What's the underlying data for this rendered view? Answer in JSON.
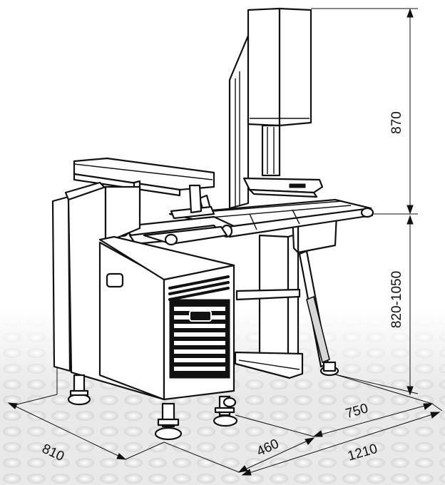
{
  "drawing": {
    "subject": "checkweigher machine line drawing",
    "background_color": "#ffffff",
    "line_color": "#111111"
  },
  "dimensions": {
    "top_height": "870",
    "table_height": "820-1050",
    "depth": "810",
    "width_inner": "460",
    "width_belt": "750",
    "width_total": "1210"
  }
}
